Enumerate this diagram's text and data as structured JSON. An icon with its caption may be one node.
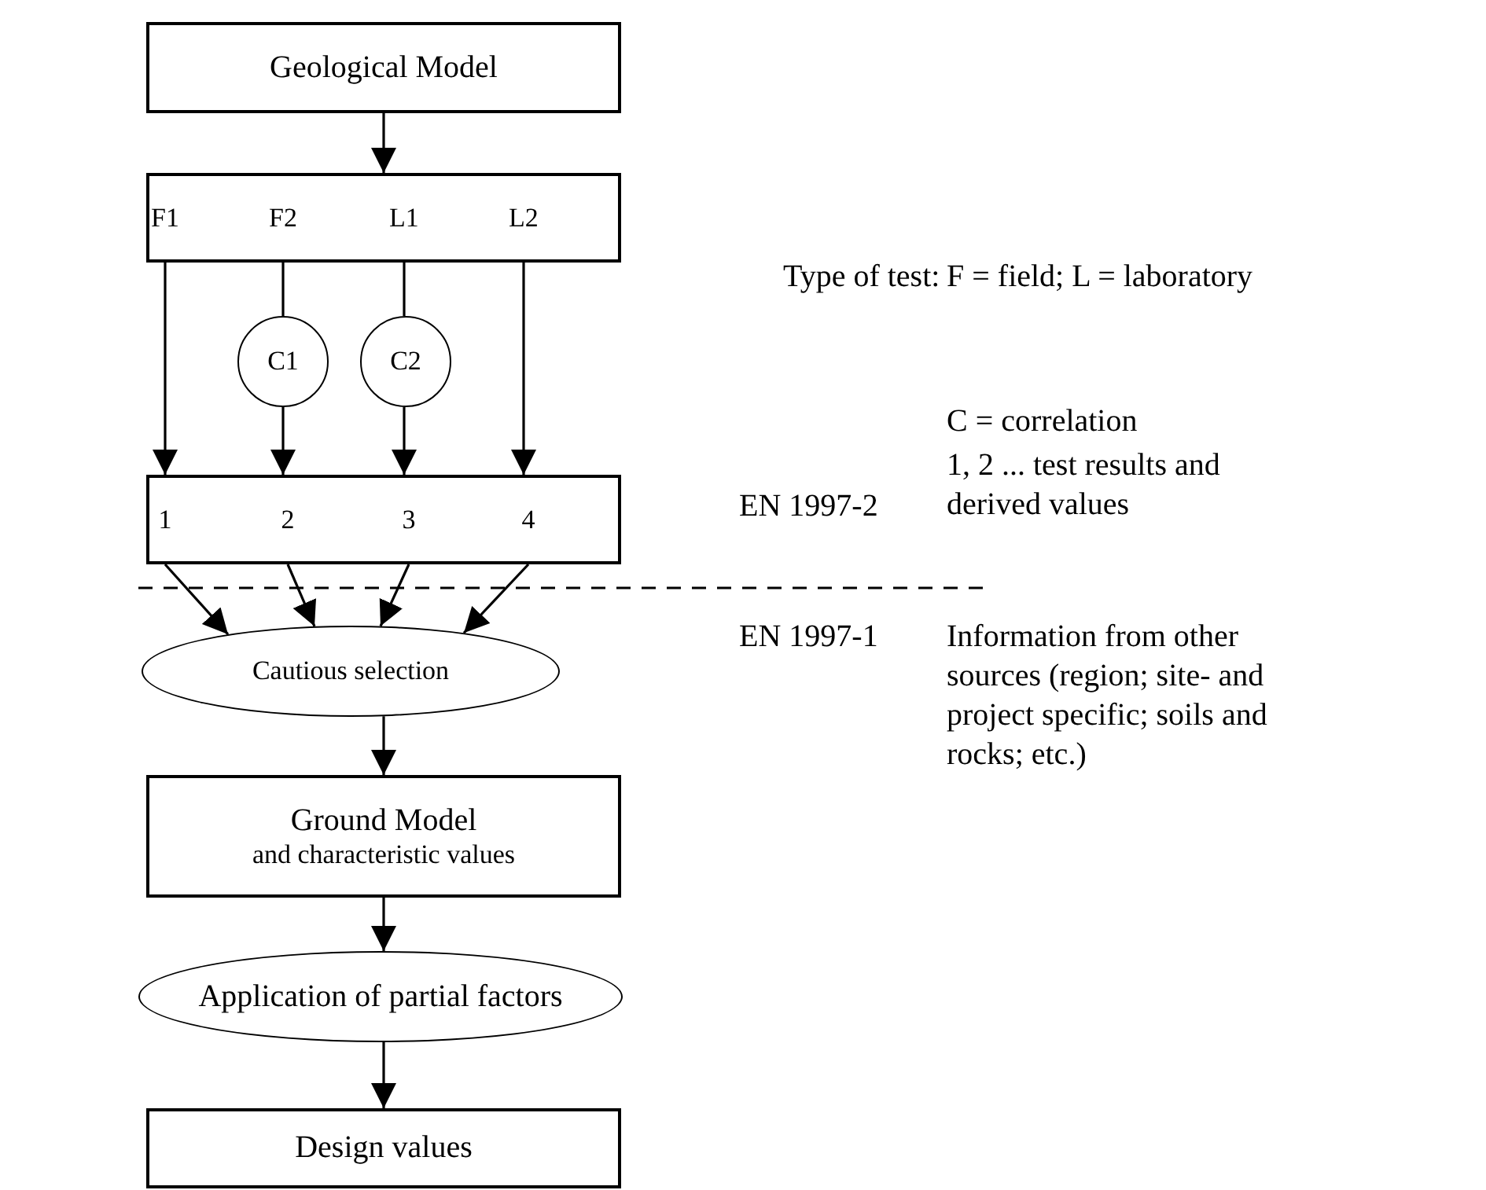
{
  "diagram": {
    "nodes": [
      {
        "text": [
          "Geological Model"
        ]
      },
      {
        "text": [],
        "shape": "box"
      },
      {
        "text": [
          "F1"
        ],
        "in": 1
      },
      {
        "text": [
          "F2"
        ],
        "in": 1
      },
      {
        "text": [
          "L1"
        ],
        "in": 1
      },
      {
        "text": [
          "L2"
        ],
        "in": 1
      },
      {
        "text": [
          "C1"
        ]
      },
      {
        "text": [
          "C2"
        ]
      },
      {
        "text": [],
        "shape": "box"
      },
      {
        "text": [
          "1"
        ],
        "in": 8
      },
      {
        "text": [
          "2"
        ],
        "in": 8
      },
      {
        "text": [
          "3"
        ],
        "in": 8
      },
      {
        "text": [
          "4"
        ],
        "in": 8
      },
      {
        "text": [
          "Cautious selection"
        ]
      },
      {
        "text": [
          "Ground Model",
          "and characteristic values"
        ]
      },
      {
        "text": [
          "Application of partial factors"
        ]
      },
      {
        "text": [
          "Design values"
        ]
      }
    ],
    "edges": [
      {
        "from": 0,
        "to": 1,
        "arrow": "to"
      },
      {
        "from": 2,
        "to": 9,
        "arrow": "to"
      },
      {
        "from": 3,
        "to": 6,
        "arrow": "none"
      },
      {
        "from": 6,
        "to": 10,
        "arrow": "to"
      },
      {
        "from": 4,
        "to": 7,
        "arrow": "none"
      },
      {
        "from": 7,
        "to": 11,
        "arrow": "to"
      },
      {
        "from": 5,
        "to": 12,
        "arrow": "to"
      },
      {
        "from": 9,
        "to": 13,
        "arrow": "to"
      },
      {
        "from": 10,
        "to": 13,
        "arrow": "to"
      },
      {
        "from": 11,
        "to": 13,
        "arrow": "to"
      },
      {
        "from": 12,
        "to": 13,
        "arrow": "to"
      },
      {
        "from": 13,
        "to": 14,
        "arrow": "to"
      },
      {
        "from": 14,
        "to": 15,
        "arrow": "to"
      },
      {
        "from": 15,
        "to": 16,
        "arrow": "to"
      }
    ],
    "labels": [
      "Type of test:",
      "F = field; L = laboratory",
      "C = correlation",
      "1, 2 ... test results and derived values",
      "EN 1997-2",
      "EN 1997-1",
      "Information from other sources (region; site- and project specific; soils and rocks; etc.)"
    ]
  }
}
